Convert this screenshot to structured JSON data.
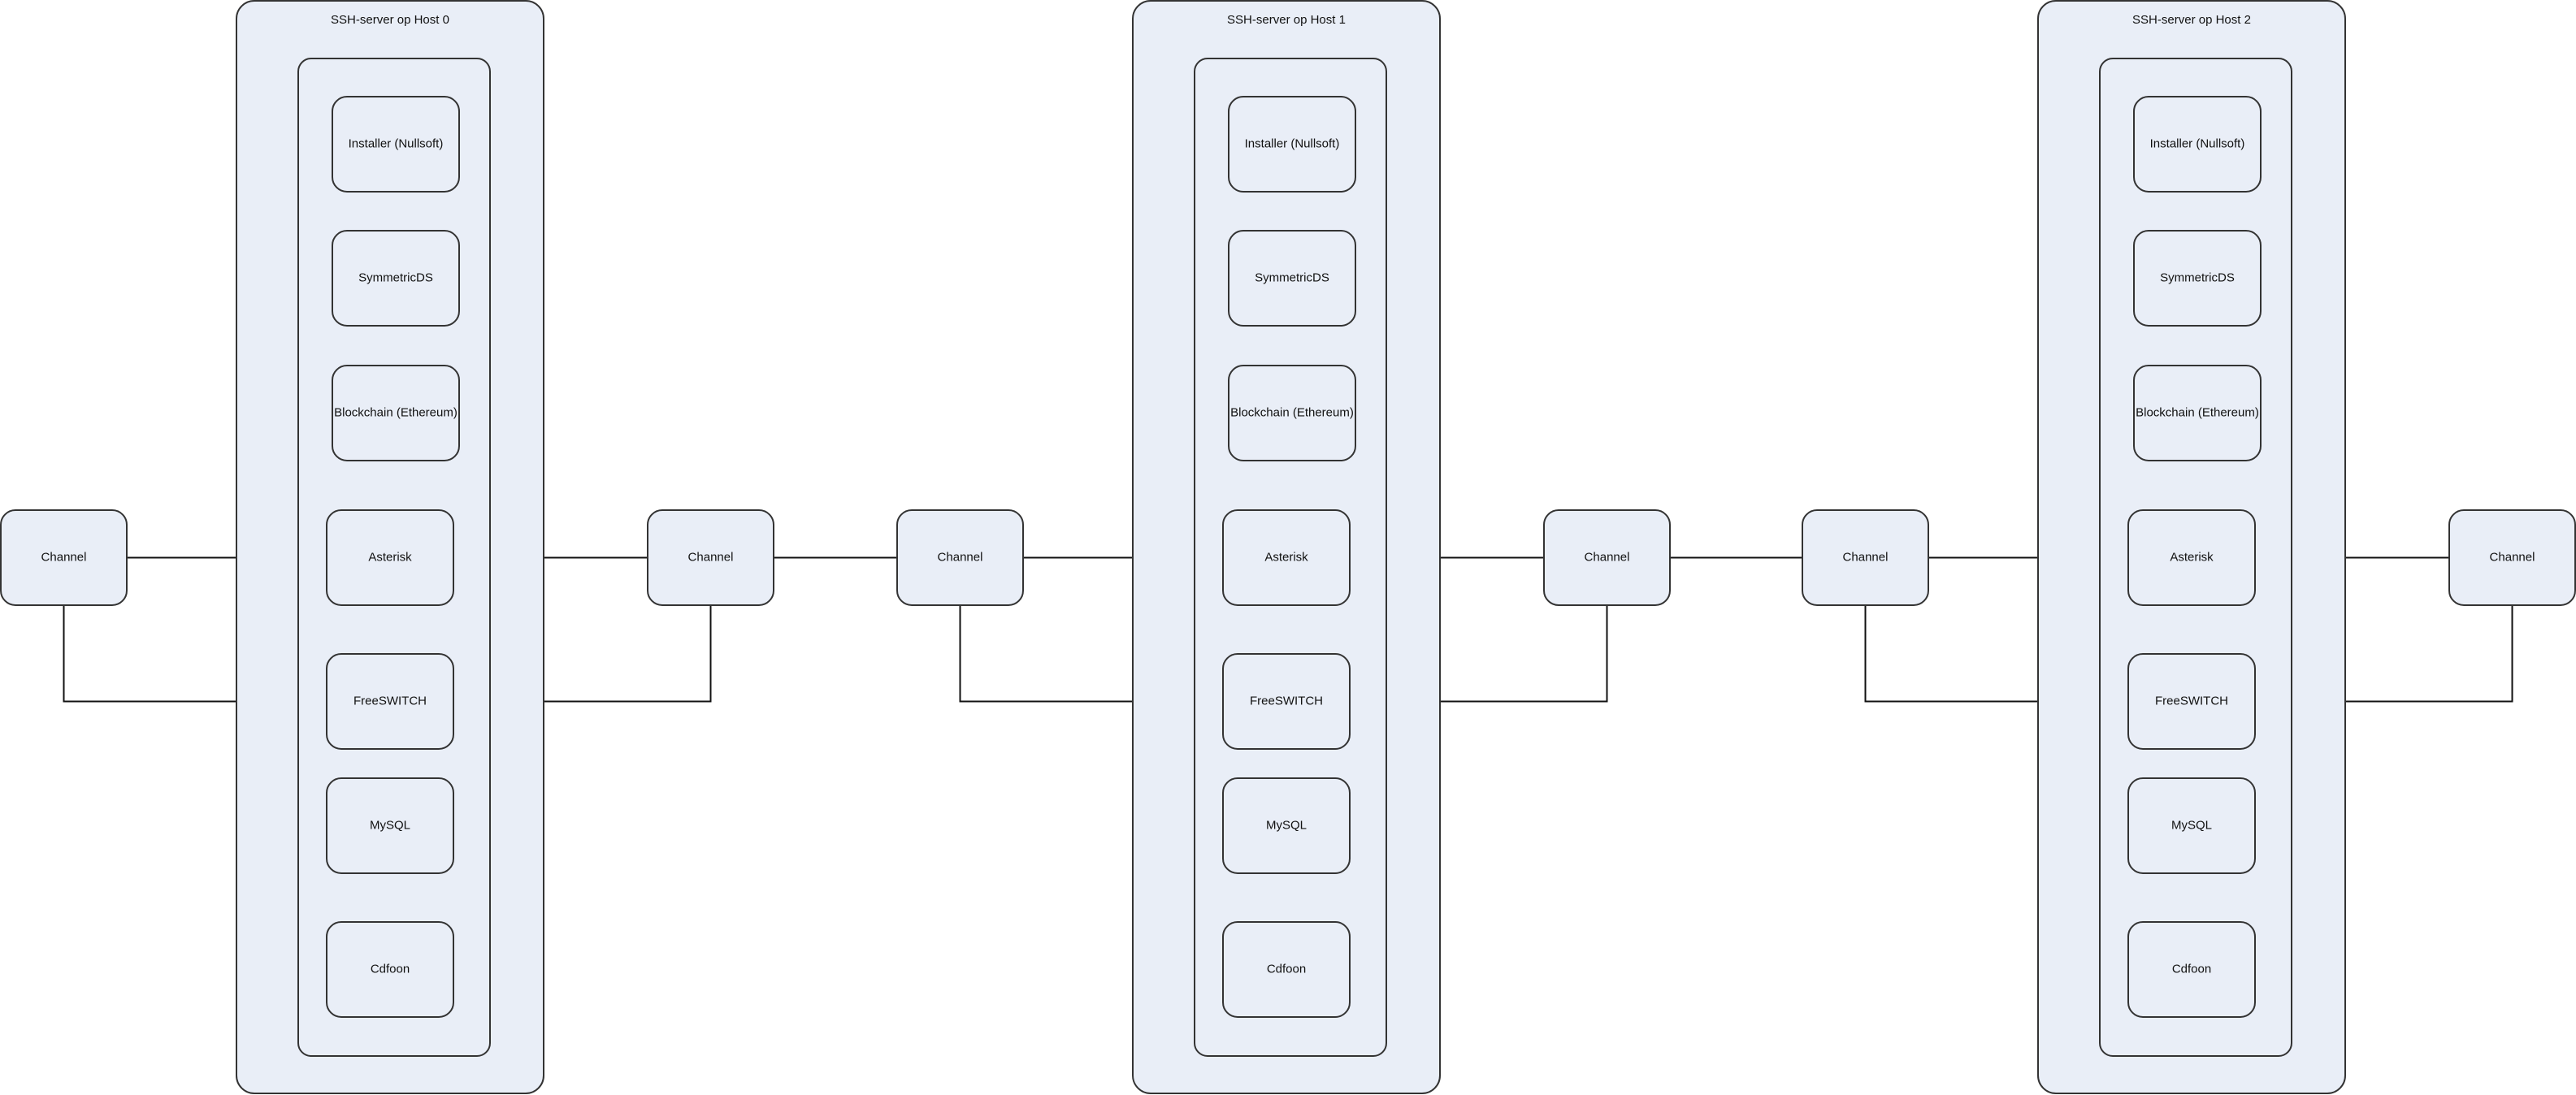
{
  "colors": {
    "fill": "#e9eef7",
    "stroke": "#333333",
    "edge": "#111111",
    "text": "#111111"
  },
  "hosts": [
    {
      "label": "SSH-server op Host 0",
      "components": [
        "Installer (Nullsoft)",
        "SymmetricDS",
        "Blockchain (Ethereum)",
        "Asterisk",
        "FreeSWITCH",
        "MySQL",
        "Cdfoon"
      ],
      "left_channel": "Channel",
      "right_channel": "Channel"
    },
    {
      "label": "SSH-server op Host 1",
      "components": [
        "Installer (Nullsoft)",
        "SymmetricDS",
        "Blockchain (Ethereum)",
        "Asterisk",
        "FreeSWITCH",
        "MySQL",
        "Cdfoon"
      ],
      "left_channel": "Channel",
      "right_channel": "Channel"
    },
    {
      "label": "SSH-server op Host 2",
      "components": [
        "Installer (Nullsoft)",
        "SymmetricDS",
        "Blockchain (Ethereum)",
        "Asterisk",
        "FreeSWITCH",
        "MySQL",
        "Cdfoon"
      ],
      "left_channel": "Channel",
      "right_channel": "Channel"
    }
  ]
}
